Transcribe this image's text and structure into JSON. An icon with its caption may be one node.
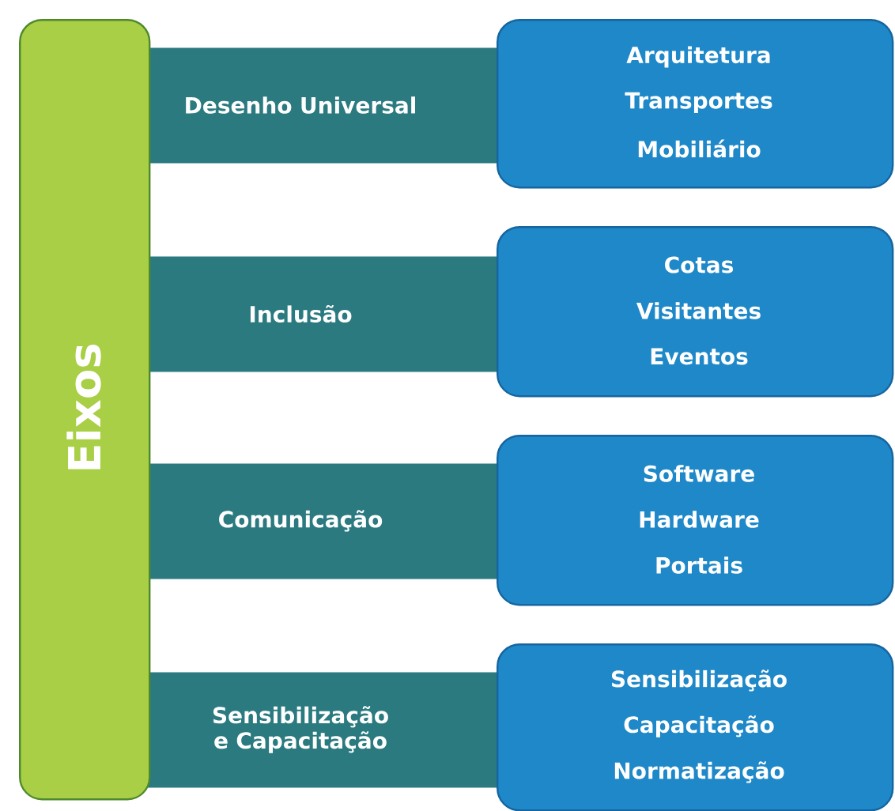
{
  "diagram": {
    "nodes": [
      {
        "text": [
          "Eixos"
        ]
      },
      {
        "text": [
          "Desenho Universal"
        ]
      },
      {
        "text": [
          "Arquitetura",
          "Transportes",
          "Mobiliário"
        ]
      },
      {
        "text": [
          "Inclusão"
        ]
      },
      {
        "text": [
          "Cotas",
          "Visitantes",
          "Eventos"
        ]
      },
      {
        "text": [
          "Comunicação"
        ]
      },
      {
        "text": [
          "Software",
          "Hardware",
          "Portais"
        ]
      },
      {
        "text": [
          "Sensibilização e Capacitação"
        ]
      },
      {
        "text": [
          "Sensibilização",
          "Capacitação",
          "Normatização"
        ]
      }
    ]
  }
}
